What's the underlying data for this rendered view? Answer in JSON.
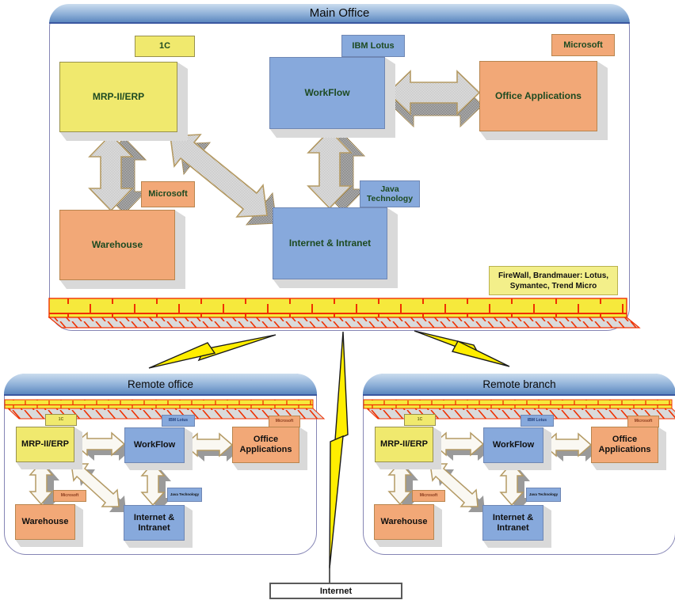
{
  "main_office": {
    "title": "Main Office",
    "tags": {
      "erp": "1C",
      "workflow": "IBM Lotus",
      "office_apps": "Microsoft",
      "warehouse": "Microsoft",
      "intranet": "Java Technology"
    },
    "boxes": {
      "erp": "MRP-II/ERP",
      "workflow": "WorkFlow",
      "office_apps": "Office Applications",
      "warehouse": "Warehouse",
      "intranet": "Internet & Intranet"
    },
    "firewall_note": "FireWall, Brandmauer: Lotus, Symantec, Trend Micro"
  },
  "remote_office": {
    "title": "Remote office",
    "tags": {
      "erp": "1C",
      "workflow": "IBM Lotus",
      "office_apps": "Microsoft",
      "warehouse": "Microsoft",
      "intranet": "Java Technology"
    },
    "boxes": {
      "erp": "MRP-II/ERP",
      "workflow": "WorkFlow",
      "office_apps": "Office Applications",
      "warehouse": "Warehouse",
      "intranet": "Internet & Intranet"
    }
  },
  "remote_branch": {
    "title": "Remote branch",
    "tags": {
      "erp": "1C",
      "workflow": "IBM Lotus",
      "office_apps": "Microsoft",
      "warehouse": "Microsoft",
      "intranet": "Java Technology"
    },
    "boxes": {
      "erp": "MRP-II/ERP",
      "workflow": "WorkFlow",
      "office_apps": "Office Applications",
      "warehouse": "Warehouse",
      "intranet": "Internet & Intranet"
    }
  },
  "internet_label": "Internet",
  "colors": {
    "erp_yellow": "#f0e96e",
    "lotus_blue": "#87a9dc",
    "microsoft_orange": "#f2a877",
    "firewall_brick_yellow": "#f6e93c",
    "firewall_mortar_red": "#f03000",
    "header_blue": "#6d97c8",
    "lightning_yellow": "#ffee00",
    "note_yellow": "#f3ef8a"
  }
}
